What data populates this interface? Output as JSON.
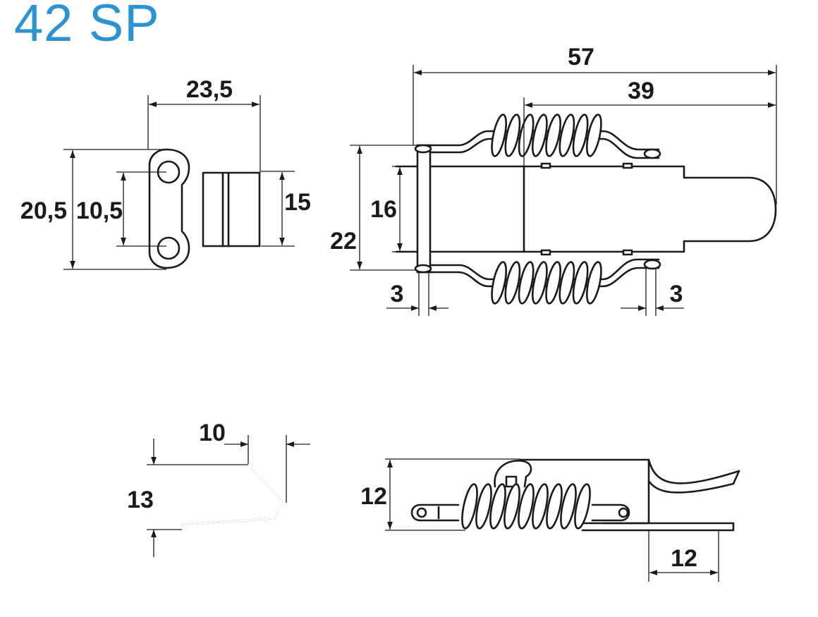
{
  "title": "42 SP",
  "colors": {
    "title": "#2b93cf",
    "line": "#1a1a1a",
    "background": "#ffffff"
  },
  "views": {
    "catch_top": {
      "width": "23,5",
      "height": "20,5",
      "hole_spacing": "10,5",
      "body_height": "15"
    },
    "latch_top": {
      "overall_length": "57",
      "spring_length": "39",
      "overall_width": "22",
      "body_width": "16",
      "rear_offset": "3",
      "front_offset": "3"
    },
    "catch_side": {
      "depth": "10",
      "height": "13"
    },
    "latch_side": {
      "height": "12",
      "lever_length": "12"
    }
  }
}
